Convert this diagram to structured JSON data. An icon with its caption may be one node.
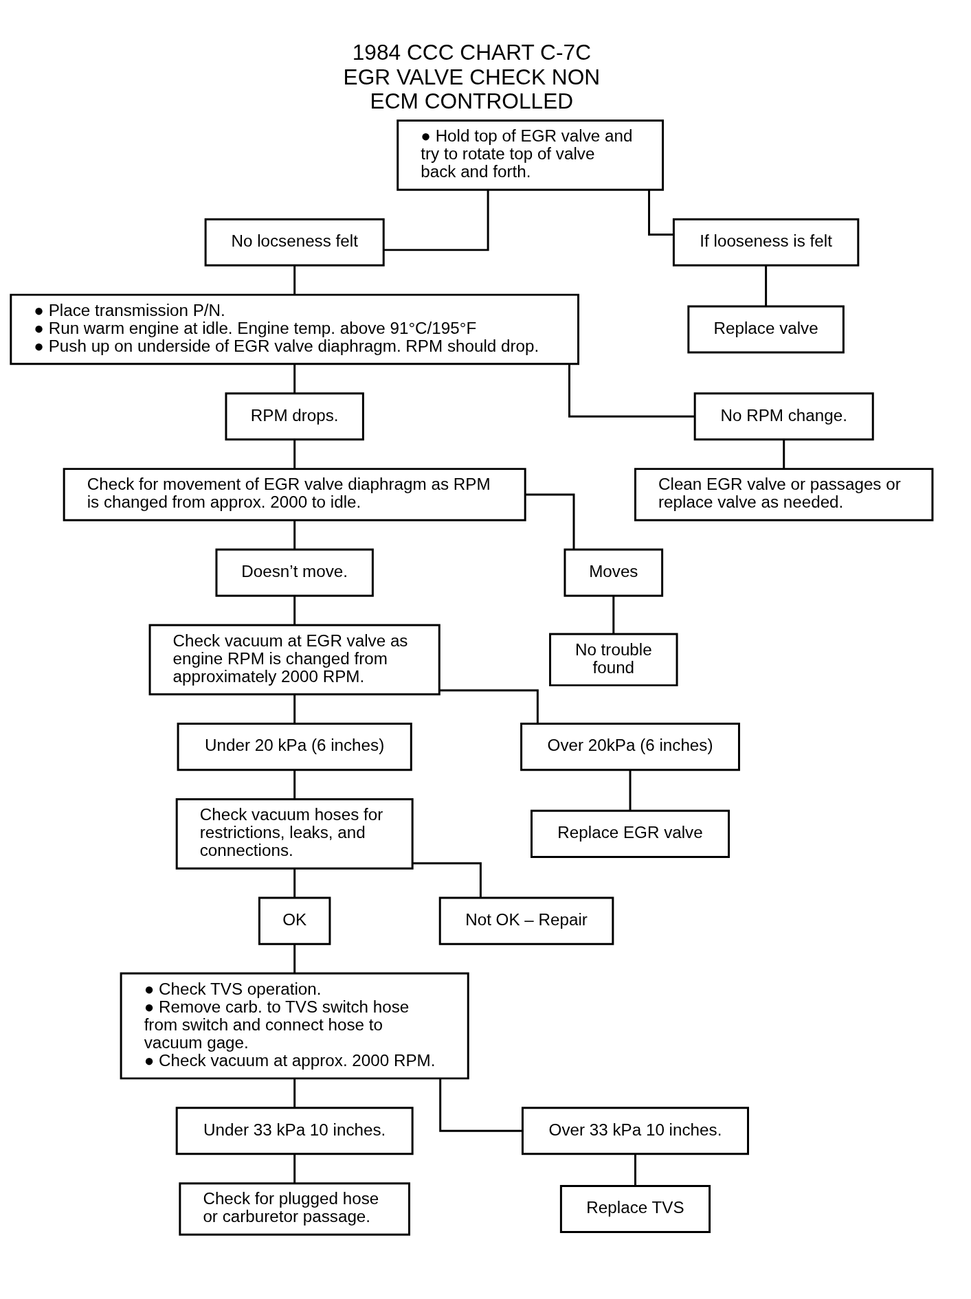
{
  "diagram": {
    "title": "1984 CCC CHART C-7C EGR VALVE CHECK NON ECM CONTROLLED",
    "nodes": [
      {
        "text": [
          "● Hold top of EGR valve and try to rotate top of valve back and forth."
        ]
      },
      {
        "text": [
          "No locseness felt"
        ]
      },
      {
        "text": [
          "If looseness is felt"
        ]
      },
      {
        "text": [
          "● Place transmission P/N.",
          "● Run warm engine at idle. Engine temp. above 91°C/195°F",
          "● Push up on underside of EGR valve diaphragm. RPM should drop."
        ]
      },
      {
        "text": [
          "Replace valve"
        ]
      },
      {
        "text": [
          "RPM drops."
        ]
      },
      {
        "text": [
          "No RPM change."
        ]
      },
      {
        "text": [
          "Check for movement of EGR valve diaphragm as RPM is changed from approx. 2000 to idle."
        ]
      },
      {
        "text": [
          "Clean EGR valve or passages or replace valve as needed."
        ]
      },
      {
        "text": [
          "Doesn’t move."
        ]
      },
      {
        "text": [
          "Moves"
        ]
      },
      {
        "text": [
          "Check vacuum at EGR valve as engine RPM is changed from approximately 2000 RPM."
        ]
      },
      {
        "text": [
          "No trouble found"
        ]
      },
      {
        "text": [
          "Under 20 kPa (6 inches)"
        ]
      },
      {
        "text": [
          "Over 20kPa (6 inches)"
        ]
      },
      {
        "text": [
          "Check vacuum hoses for restrictions, leaks, and connections."
        ]
      },
      {
        "text": [
          "Replace EGR valve"
        ]
      },
      {
        "text": [
          "OK"
        ]
      },
      {
        "text": [
          "Not OK – Repair"
        ]
      },
      {
        "text": [
          "● Check TVS operation.",
          "● Remove carb. to TVS switch hose from switch and connect hose to vacuum gage.",
          "● Check vacuum at approx. 2000 RPM."
        ]
      },
      {
        "text": [
          "Under 33 kPa 10 inches."
        ]
      },
      {
        "text": [
          "Over 33 kPa 10 inches."
        ]
      },
      {
        "text": [
          "Check for plugged hose or carburetor passage."
        ]
      },
      {
        "text": [
          "Replace TVS"
        ]
      }
    ],
    "edges": [
      {
        "from": 0,
        "to": 1,
        "arrow": "none"
      },
      {
        "from": 0,
        "to": 2,
        "arrow": "none"
      },
      {
        "from": 1,
        "to": 3,
        "arrow": "none"
      },
      {
        "from": 2,
        "to": 4,
        "arrow": "none"
      },
      {
        "from": 3,
        "to": 5,
        "arrow": "none"
      },
      {
        "from": 3,
        "to": 6,
        "arrow": "none"
      },
      {
        "from": 5,
        "to": 7,
        "arrow": "none"
      },
      {
        "from": 6,
        "to": 8,
        "arrow": "none"
      },
      {
        "from": 7,
        "to": 9,
        "arrow": "none"
      },
      {
        "from": 7,
        "to": 10,
        "arrow": "none"
      },
      {
        "from": 9,
        "to": 11,
        "arrow": "none"
      },
      {
        "from": 10,
        "to": 12,
        "arrow": "none"
      },
      {
        "from": 11,
        "to": 13,
        "arrow": "none"
      },
      {
        "from": 11,
        "to": 14,
        "arrow": "none"
      },
      {
        "from": 13,
        "to": 15,
        "arrow": "none"
      },
      {
        "from": 14,
        "to": 16,
        "arrow": "none"
      },
      {
        "from": 15,
        "to": 17,
        "arrow": "none"
      },
      {
        "from": 15,
        "to": 18,
        "arrow": "none"
      },
      {
        "from": 17,
        "to": 19,
        "arrow": "none"
      },
      {
        "from": 19,
        "to": 20,
        "arrow": "none"
      },
      {
        "from": 19,
        "to": 21,
        "arrow": "none"
      },
      {
        "from": 20,
        "to": 22,
        "arrow": "none"
      },
      {
        "from": 21,
        "to": 23,
        "arrow": "none"
      }
    ]
  }
}
